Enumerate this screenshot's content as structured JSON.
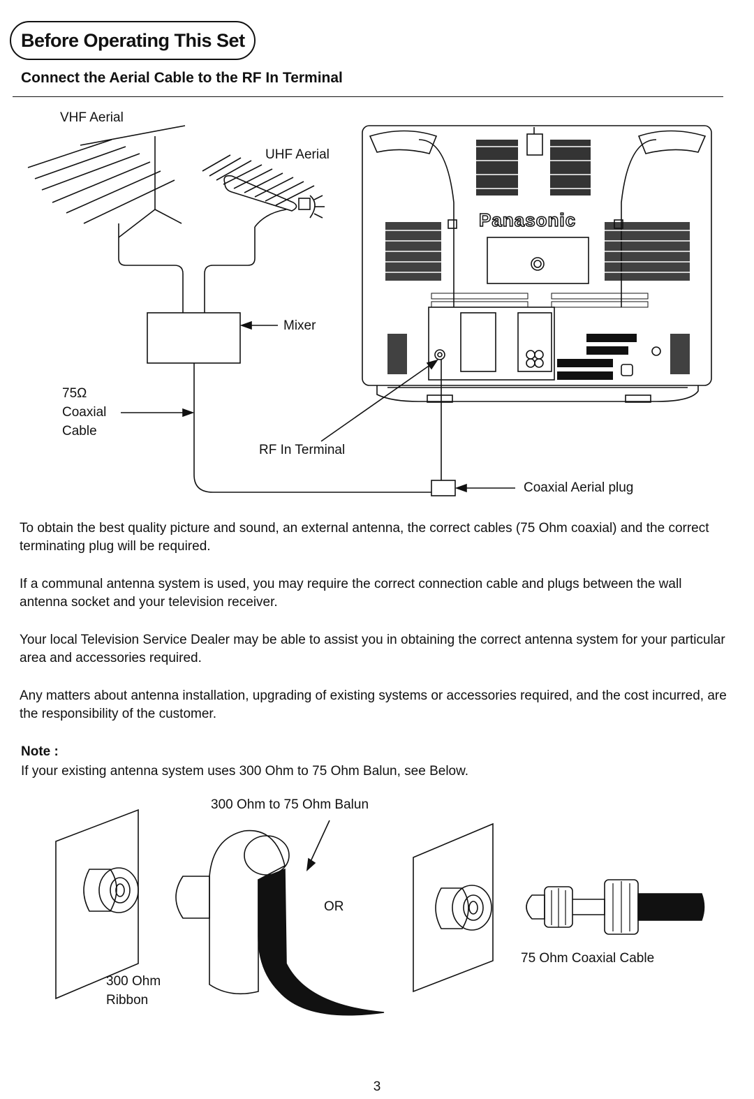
{
  "header": {
    "title": "Before Operating This Set",
    "subtitle": "Connect the Aerial Cable to the RF In Terminal"
  },
  "diagram1": {
    "vhf_label": "VHF Aerial",
    "uhf_label": "UHF Aerial",
    "mixer_label": "Mixer",
    "cable_label_1": "75Ω",
    "cable_label_2": "Coaxial",
    "cable_label_3": "Cable",
    "rf_label": "RF In Terminal",
    "plug_label": "Coaxial Aerial plug",
    "brand": "Panasonic"
  },
  "body": {
    "p1": "To obtain the best quality picture and sound, an external antenna, the correct cables (75 Ohm coaxial) and the correct terminating plug will be required.",
    "p2": "If a communal antenna system is used, you may require the correct connection cable and plugs between the wall antenna socket and your television receiver.",
    "p3": "Your local Television Service Dealer may be able to assist you in obtaining the correct antenna system for your particular area and accessories required.",
    "p4": "Any matters about antenna installation, upgrading of existing systems or accessories required, and the cost incurred, are the responsibility of the customer."
  },
  "note": {
    "heading": "Note :",
    "text": "If your existing antenna system uses 300 Ohm to 75 Ohm Balun, see Below."
  },
  "diagram2": {
    "balun_label": "300 Ohm to 75 Ohm Balun",
    "or_label": "OR",
    "ribbon_label_1": "300 Ohm",
    "ribbon_label_2": "Ribbon",
    "coax_label": "75 Ohm Coaxial Cable"
  },
  "page_number": "3"
}
